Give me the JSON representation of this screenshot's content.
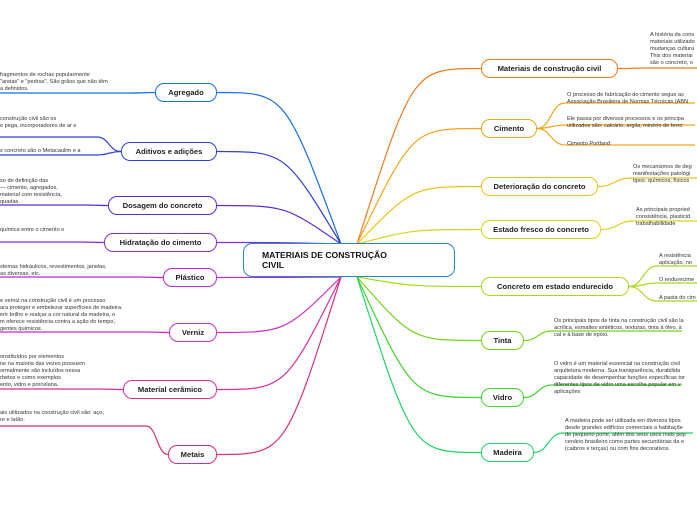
{
  "center": {
    "title": "MATERIAIS DE CONSTRUÇÃO\nCIVIL"
  },
  "nodes": [
    {
      "id": "materiais",
      "label": "Materiais de construção civil",
      "color": "#f07a1a",
      "notes": [
        {
          "text": "A história da cons\nmateriais utilizado\nmudanças cultura\nThis dos materiai\nsão o concreto, o"
        }
      ]
    },
    {
      "id": "cimento",
      "label": "Cimento",
      "color": "#f0a51a",
      "notes": [
        {
          "text": "O processo de fabricação do cimento segue as\nAssociação Brasileira de Normas Técnicas (ABN"
        },
        {
          "text": "Ele passa por diversos processos e os principa\nutilizados são: calcário, argila, minério de ferro"
        },
        {
          "text": "Cimento Portland"
        }
      ]
    },
    {
      "id": "deterioracao",
      "label": "Deterioração do concreto",
      "color": "#efc21a",
      "notes": [
        {
          "text": "Os mecanismos de deg\nmanifestações patológi\ntipos: químicos, físicos"
        }
      ]
    },
    {
      "id": "fresco",
      "label": "Estado fresco do concreto",
      "color": "#d9d41a",
      "notes": [
        {
          "text": "As principais propried\nconsistência, plasticid\ntrabalhabilidade"
        }
      ]
    },
    {
      "id": "endurecido",
      "label": "Concreto em estado endurecido",
      "color": "#a9d818",
      "notes": [
        {
          "text": "A resistência\naplicação, no"
        },
        {
          "text": "O endurecime"
        },
        {
          "text": "A pasta do cim"
        }
      ]
    },
    {
      "id": "tinta",
      "label": "Tinta",
      "color": "#74d41c",
      "notes": [
        {
          "text": "Os principais tipos de tinta na construção civil são la\nacrílica, esmaltes sintéticos, texturas, tinta à óleo, à\ncal e à base de epóxi."
        }
      ]
    },
    {
      "id": "vidro",
      "label": "Vidro",
      "color": "#41d42c",
      "notes": [
        {
          "text": "O vidro é um material essencial na construção civil\narquitetura moderna. Sua transparência, durabilida\ncapacidade de desempenhar funções específicas tor\ndiferentes tipos de vidro uma escolha popular em v\naplicações"
        }
      ]
    },
    {
      "id": "madeira",
      "label": "Madeira",
      "color": "#1ed468",
      "notes": [
        {
          "text": "A madeira pode ser utilizada em diversos tipos\ndesde grandes edifícios comerciais a habitaçõe\nde pequeno porte, além dos seus usos mais pop\ncenário brasileiro como partes secundárias da e\n(caibros e terças) ou com fins decorativos."
        }
      ]
    },
    {
      "id": "agregado",
      "label": "Agregado",
      "color": "#1a6ee0",
      "notes": [
        {
          "text": "fragmentos de rochas popularmente\n\"areias\" e \"pedras\". São grãos que não têm\na definidos."
        }
      ]
    },
    {
      "id": "aditivos",
      "label": "Aditivos e adições",
      "color": "#2f3fd6",
      "notes": [
        {
          "text": "construção civil são os\ne pega, incorporadores de ar e"
        },
        {
          "text": "s concreto são o Metacaulim e a"
        }
      ]
    },
    {
      "id": "dosagem",
      "label": "Dosagem do concreto",
      "color": "#5a2fd0",
      "notes": [
        {
          "text": "so de definição das\n— cimento, agregados,\nmaterial com resistência,\nquadas."
        }
      ]
    },
    {
      "id": "hidratacao",
      "label": "Hidratação do cimento",
      "color": "#8a2fd0",
      "notes": [
        {
          "text": "química entre o cimento e"
        }
      ]
    },
    {
      "id": "plastico",
      "label": "Plástico",
      "color": "#b22fd0",
      "notes": [
        {
          "text": "stemas hidráulicos, revestimentos, janelas,\nas diversas, etc."
        }
      ]
    },
    {
      "id": "verniz",
      "label": "Verniz",
      "color": "#cc2fc4",
      "notes": [
        {
          "text": "e verniz na construção civil é um processo\nara proteger e embelezar superfícies de madeira.\nerir brilho e realçar a cor natural da madeira, o\nm oferece resistência contra a ação do tempo,\ngentes químicos."
        }
      ]
    },
    {
      "id": "ceramico",
      "label": "Material cerâmico",
      "color": "#d62fa0",
      "notes": [
        {
          "text": "onstituídos por elementos\nne na maioria das vezes possuem\normalmente são incluídos nessa\nrbetos e como exemplos\nento, vidro e porcelana."
        }
      ]
    },
    {
      "id": "metais",
      "label": "Metais",
      "color": "#d62f7c",
      "notes": [
        {
          "text": "ais utilizados na construção civil são: aço,\nre e latão."
        }
      ]
    }
  ]
}
